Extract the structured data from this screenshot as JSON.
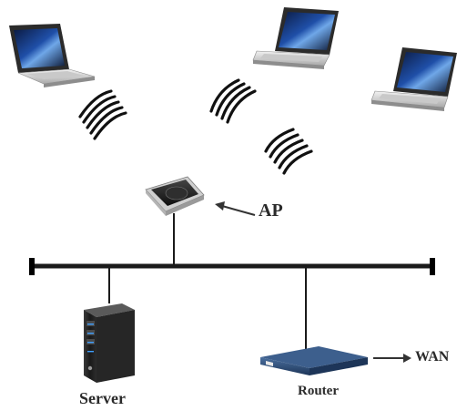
{
  "labels": {
    "ap": "AP",
    "server": "Server",
    "router": "Router",
    "wan": "WAN"
  },
  "colors": {
    "bus": "#1a1a1a",
    "arrow": "#333333",
    "label": "#2a2a2a"
  },
  "icons": {
    "laptop": "laptop-icon",
    "access_point": "wireless-access-point-icon",
    "server": "server-tower-icon",
    "router": "router-icon",
    "wireless_signal": "wifi-signal-icon"
  }
}
